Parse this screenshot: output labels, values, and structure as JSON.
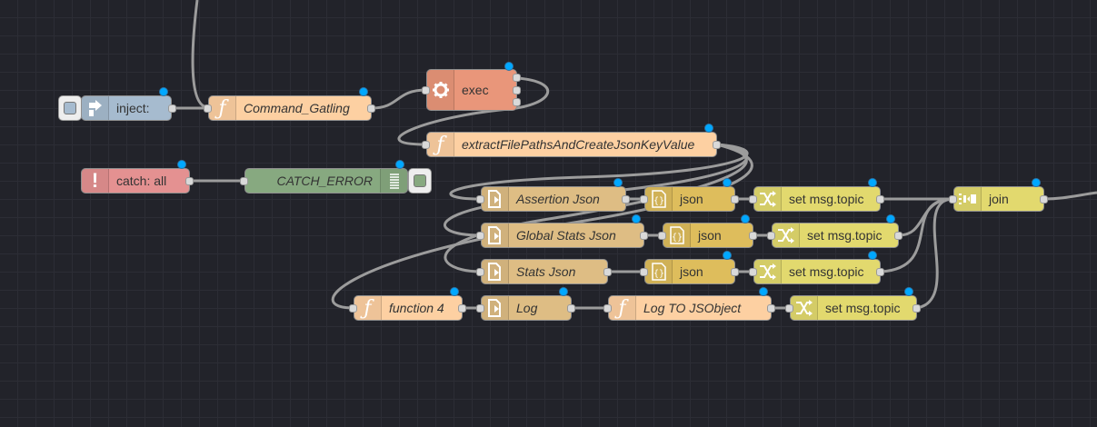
{
  "colors": {
    "canvas": "#22232a",
    "wire": "#9c9c9c",
    "inject": "#a6bbcf",
    "function": "#fdd0a2",
    "exec": "#e9967a",
    "catch": "#e49191",
    "debug": "#87a980",
    "file_in": "#debd84",
    "json": "#debd5c",
    "change": "#e2d96e",
    "join": "#e2d96e",
    "changed_indicator": "#00a8ff"
  },
  "nodes": {
    "inject": {
      "label": "inject:",
      "icon": "inject-arrow-icon"
    },
    "command_gatling": {
      "label": "Command_Gatling",
      "icon": "function-icon"
    },
    "exec": {
      "label": "exec",
      "icon": "gear-icon"
    },
    "extract": {
      "label": "extractFilePathsAndCreateJsonKeyValue",
      "icon": "function-icon"
    },
    "catch": {
      "label": "catch: all",
      "icon": "exclamation-icon"
    },
    "catch_error": {
      "label": "CATCH_ERROR",
      "icon": "debug-list-icon"
    },
    "assertion_json": {
      "label": "Assertion Json",
      "icon": "file-in-icon"
    },
    "json1": {
      "label": "json",
      "icon": "json-braces-icon"
    },
    "set1": {
      "label": "set msg.topic",
      "icon": "shuffle-icon"
    },
    "join": {
      "label": "join",
      "icon": "join-icon"
    },
    "global_stats_json": {
      "label": "Global Stats Json",
      "icon": "file-in-icon"
    },
    "json2": {
      "label": "json",
      "icon": "json-braces-icon"
    },
    "set2": {
      "label": "set msg.topic",
      "icon": "shuffle-icon"
    },
    "stats_json": {
      "label": "Stats Json",
      "icon": "file-in-icon"
    },
    "json3": {
      "label": "json",
      "icon": "json-braces-icon"
    },
    "set3": {
      "label": "set msg.topic",
      "icon": "shuffle-icon"
    },
    "function4": {
      "label": "function 4",
      "icon": "function-icon"
    },
    "log": {
      "label": "Log",
      "icon": "file-in-icon"
    },
    "log_to_jsobject": {
      "label": "Log TO JSObject",
      "icon": "function-icon"
    },
    "set4": {
      "label": "set msg.topic",
      "icon": "shuffle-icon"
    }
  }
}
